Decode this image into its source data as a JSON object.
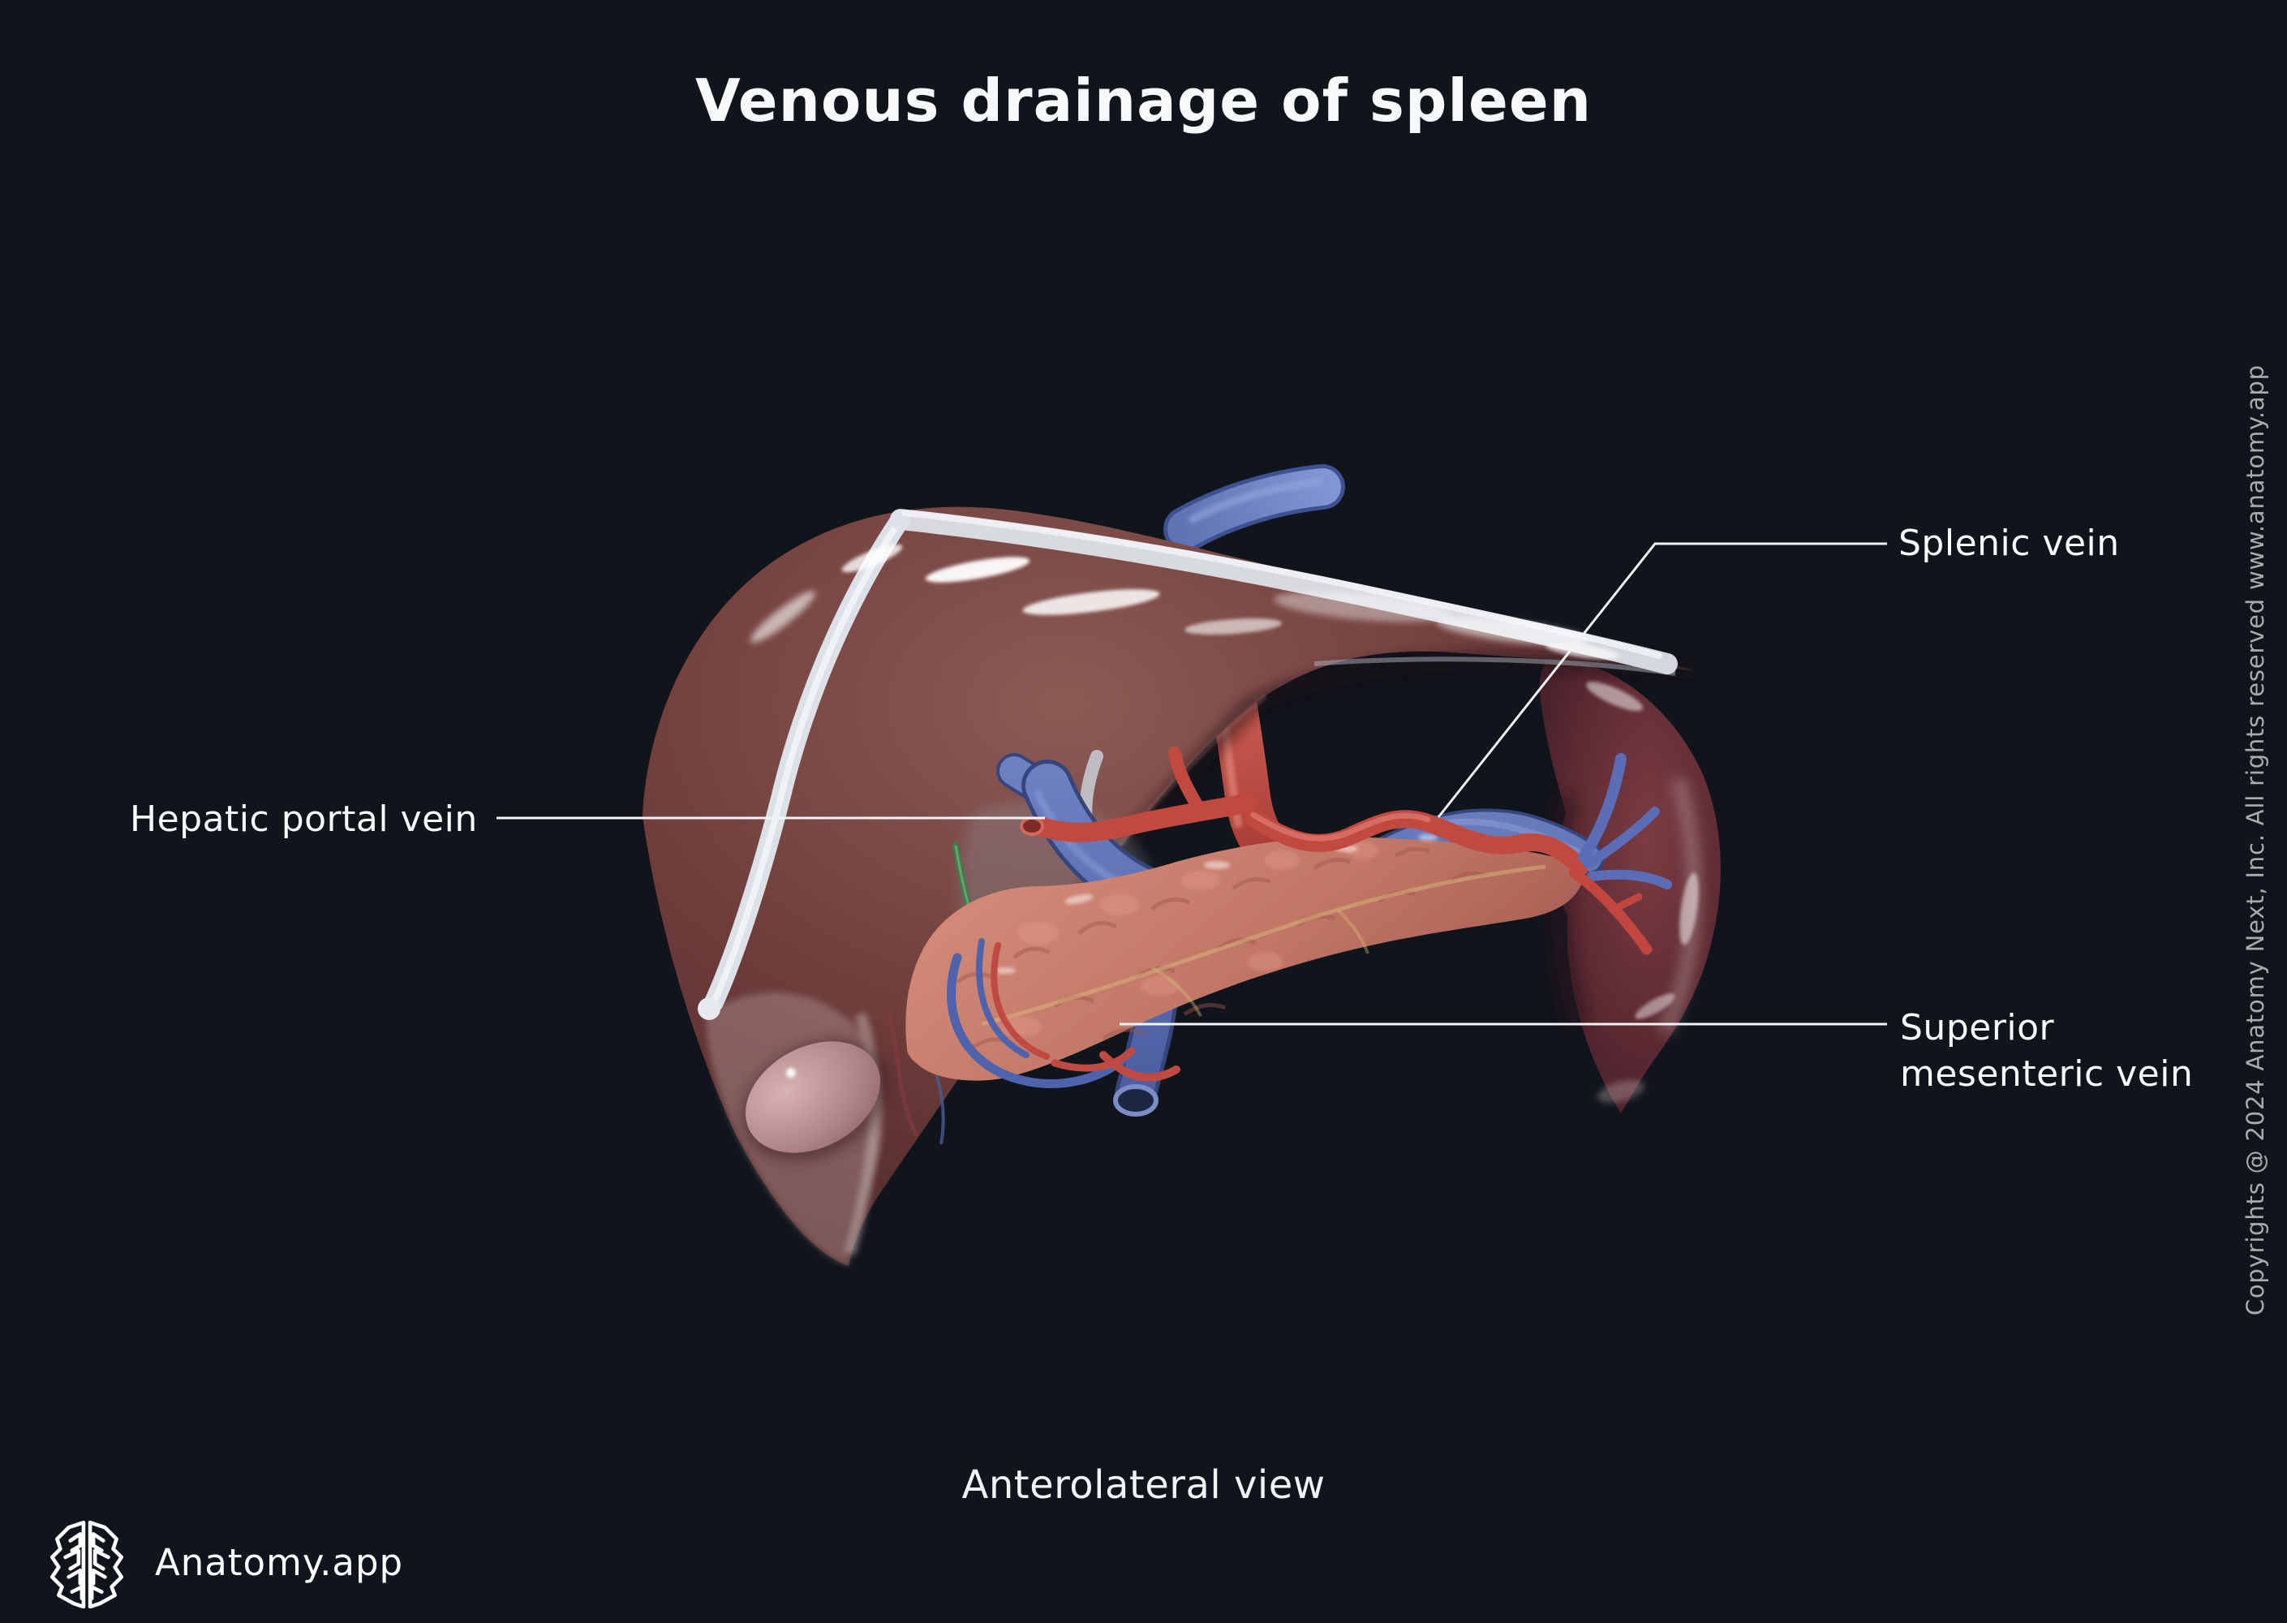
{
  "header": {
    "title": "Venous drainage of spleen"
  },
  "annotations": {
    "splenic_vein": "Splenic vein",
    "hepatic_portal_vein": "Hepatic portal vein",
    "superior_mesenteric_vein": "Superior mesenteric vein"
  },
  "footer": {
    "view_label": "Anterolateral view",
    "brand_name": "Anatomy.app"
  },
  "sidebar": {
    "copyright": "Copyrights @ 2024 Anatomy Next, Inc. All rights reserved www.anatomy.app"
  },
  "colors": {
    "background": "#10141b",
    "label_text": "#fafbfc",
    "muted_text": "#a9abae",
    "leader_line": "#f2f3f5",
    "liver": "#6b3b3a",
    "spleen": "#5a2a33",
    "pancreas": "#c27766",
    "artery_red": "#c2493f",
    "vein_blue": "#5b6db6",
    "ligament_white": "#dce1e8"
  }
}
